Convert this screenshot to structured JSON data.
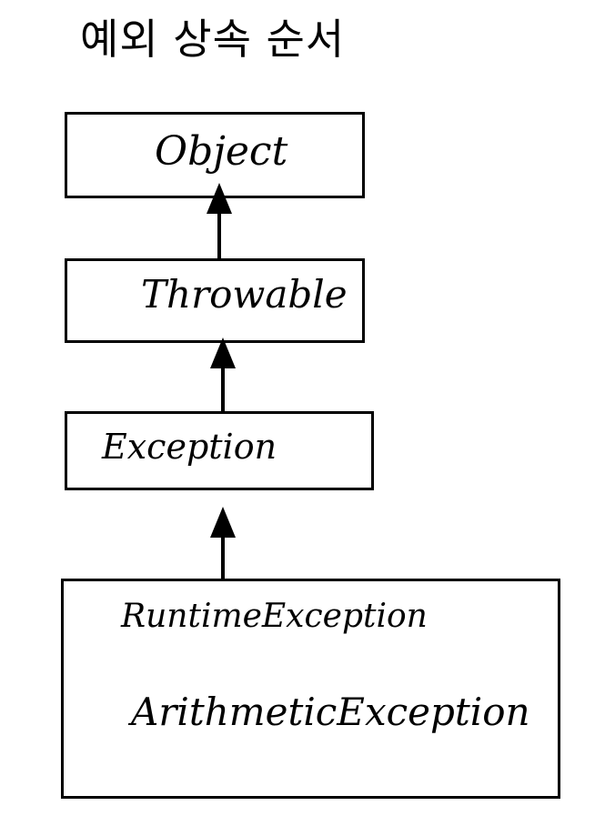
{
  "title": "예외 상속 순서",
  "nodes": {
    "object": "Object",
    "throwable": "Throwable",
    "exception": "Exception",
    "runtime_exception": "RuntimeException",
    "arithmetic_exception": "ArithmeticException"
  }
}
